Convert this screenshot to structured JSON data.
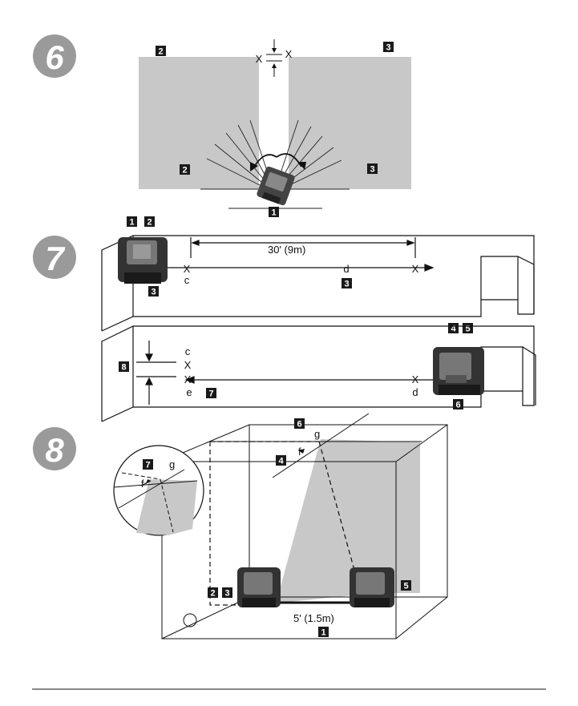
{
  "colors": {
    "wall_gray": "#c8c8c8",
    "ink": "#111111",
    "badge": "#1a1a1a",
    "step_circle": "#9a9a9a"
  },
  "steps": [
    "6",
    "7",
    "8"
  ],
  "fig6": {
    "badges": [
      "2",
      "3",
      "2",
      "3",
      "1"
    ],
    "marks": [
      "X",
      "X"
    ]
  },
  "fig7": {
    "badges_top": [
      "1",
      "2"
    ],
    "badge_3a": "3",
    "badge_3b": "3",
    "distance": "30' (9m)",
    "point_c": "c",
    "point_d": "d",
    "badges_mid": [
      "4",
      "5"
    ],
    "badge_8": "8",
    "point_c2": "c",
    "point_e": "e",
    "badge_7": "7",
    "point_d2": "d",
    "badge_6": "6"
  },
  "fig8": {
    "badge_6": "6",
    "point_g": "g",
    "point_f": "f",
    "badge_4": "4",
    "badge_7": "7",
    "inset_g": "g",
    "inset_f": "f",
    "badges_left": [
      "2",
      "3"
    ],
    "badge_5": "5",
    "distance": "5' (1.5m)",
    "badge_1": "1"
  }
}
